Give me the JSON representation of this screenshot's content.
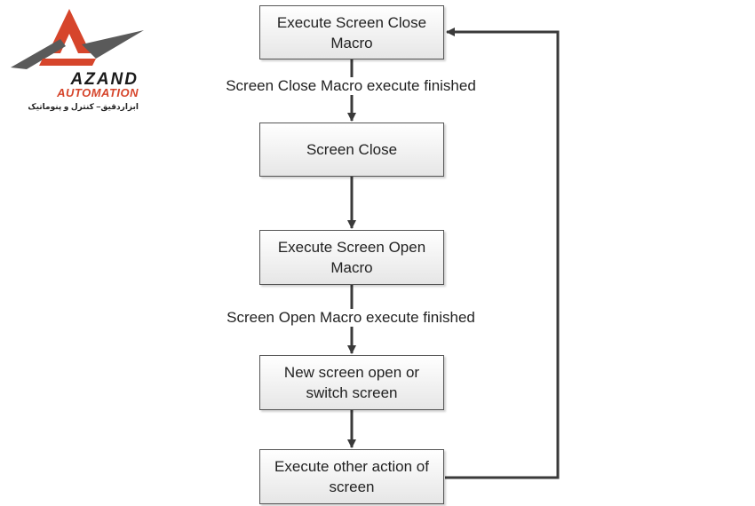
{
  "logo": {
    "name": "AZAND",
    "subtitle": "AUTOMATION",
    "tagline": "ابزاردقیق– کنترل و پنوماتیک"
  },
  "flow": {
    "step1": "Execute Screen Close Macro",
    "edge1": "Screen Close Macro execute finished",
    "step2": "Screen Close",
    "step3": "Execute Screen Open Macro",
    "edge3": "Screen Open Macro execute finished",
    "step4": "New screen open or switch screen",
    "step5": "Execute other action of screen"
  },
  "colors": {
    "arrow": "#3a3a3a",
    "box_border": "#555555",
    "logo_red": "#d6452b",
    "logo_gray": "#5a5a5a"
  }
}
